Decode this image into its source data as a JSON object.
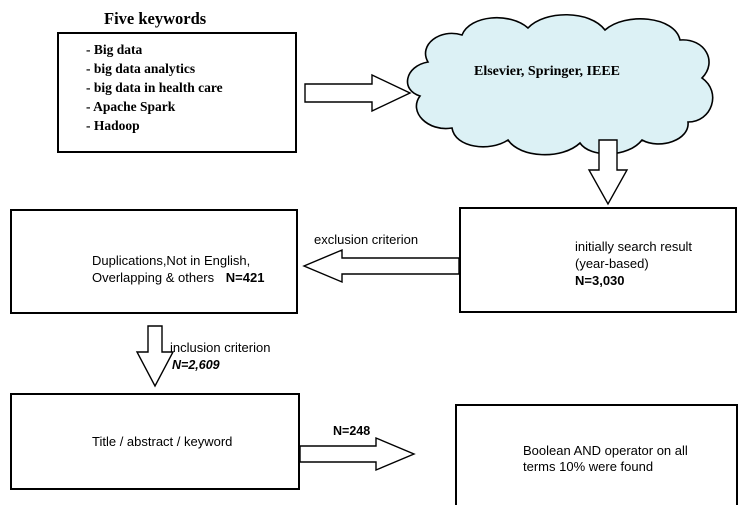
{
  "keywords_panel": {
    "title": "Five keywords",
    "items": [
      "- Big data",
      "- big data analytics",
      "- big data in health care",
      "- Apache Spark",
      "- Hadoop"
    ]
  },
  "databases_cloud": {
    "label": "Elsevier, Springer, IEEE"
  },
  "initial_search": {
    "line1": "initially search result",
    "line2": "(year-based)",
    "count": "N=3,030"
  },
  "exclusion": {
    "edge_label": "exclusion criterion"
  },
  "excluded_box": {
    "line1": "Duplications,Not in English,",
    "line2": "Overlapping & others",
    "count": "N=421"
  },
  "inclusion": {
    "edge_label": "inclusion criterion",
    "count": "N=2,609"
  },
  "screening_box": {
    "label": "Title / abstract / keyword"
  },
  "screening_edge": {
    "count": "N=248"
  },
  "final_box": {
    "line1": "Boolean AND operator on all",
    "line2": "terms 10% were found"
  },
  "colors": {
    "cloud_fill": "#dcf1f5",
    "stroke": "#000000"
  },
  "icons": [
    "documents-icon"
  ]
}
